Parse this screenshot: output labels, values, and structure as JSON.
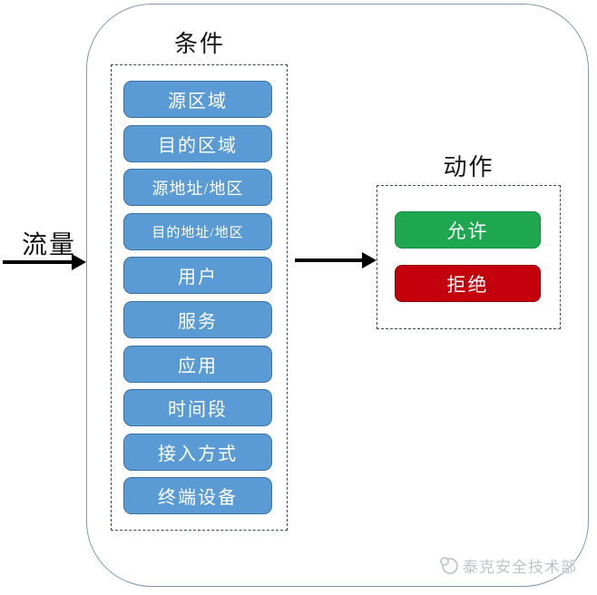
{
  "diagram": {
    "traffic_label": "流量",
    "conditions": {
      "title": "条件",
      "items": [
        "源区域",
        "目的区域",
        "源地址/地区",
        "目的地址/地区",
        "用户",
        "服务",
        "应用",
        "时间段",
        "接入方式",
        "终端设备"
      ]
    },
    "actions": {
      "title": "动作",
      "allow": "允许",
      "deny": "拒绝"
    },
    "watermark": "泰克安全技术部",
    "colors": {
      "condition_fill": "#5B9BD5",
      "condition_border": "#3A72A4",
      "allow_fill": "#1FA750",
      "allow_border": "#128A40",
      "deny_fill": "#C4000C",
      "deny_border": "#8F0008",
      "outer_border": "#7E99B5",
      "dashed_border": "#3E4A59"
    }
  }
}
